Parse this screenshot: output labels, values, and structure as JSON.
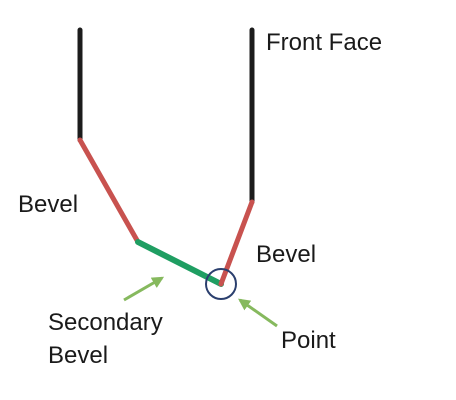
{
  "labels": {
    "front_face": "Front Face",
    "bevel_left": "Bevel",
    "bevel_right": "Bevel",
    "secondary_line1": "Secondary",
    "secondary_line2": "Bevel",
    "point": "Point"
  },
  "colors": {
    "front_face_stroke": "#1c1c1c",
    "bevel_stroke": "#c8524f",
    "secondary_bevel_stroke": "#1f9e62",
    "arrow": "#86b95e",
    "point_circle": "#2b3f6e"
  }
}
